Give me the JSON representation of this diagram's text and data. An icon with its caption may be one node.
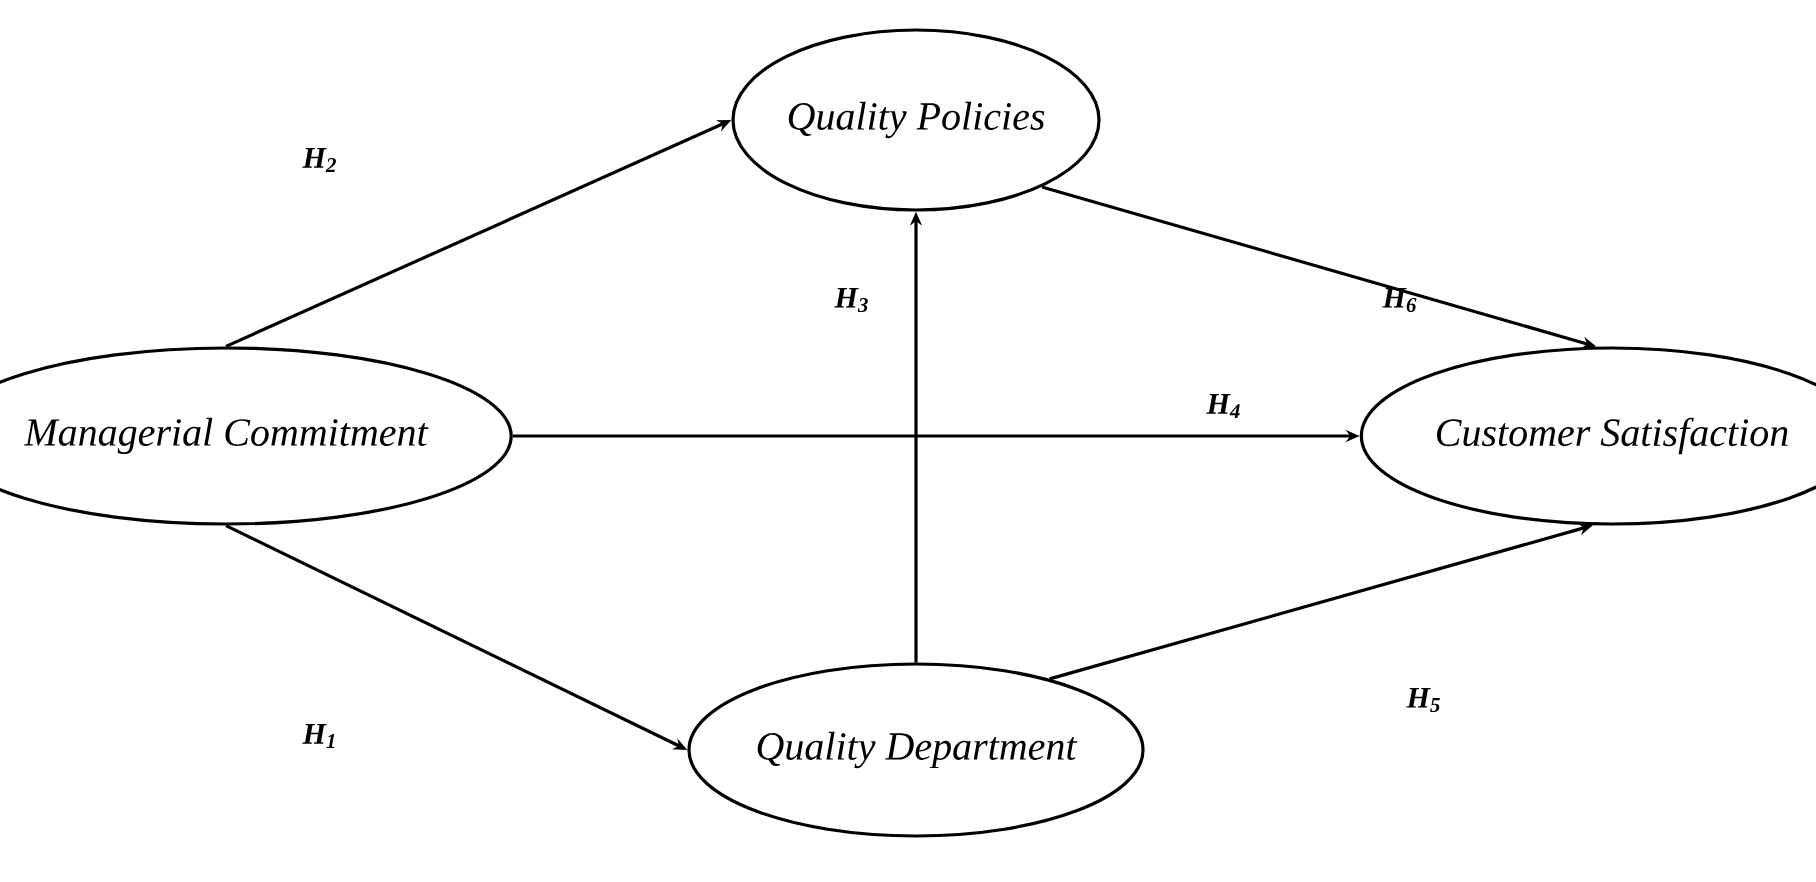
{
  "diagram": {
    "nodes": [
      {
        "text": [
          "Quality Policies"
        ]
      },
      {
        "text": [
          "Managerial Commitment"
        ]
      },
      {
        "text": [
          "Customer Satisfaction"
        ]
      },
      {
        "text": [
          "Quality Department"
        ]
      }
    ],
    "edges": [
      {
        "from": 1,
        "to": 0,
        "arrow": "to",
        "label": "H$_{2}$"
      },
      {
        "from": 1,
        "to": 3,
        "arrow": "to",
        "label": "H$_{1}$"
      },
      {
        "from": 1,
        "to": 2,
        "arrow": "to",
        "label": "H$_{4}$"
      },
      {
        "from": 3,
        "to": 0,
        "arrow": "to",
        "label": "H$_{3}$"
      },
      {
        "from": 0,
        "to": 2,
        "arrow": "to",
        "label": "H$_{6}$"
      },
      {
        "from": 3,
        "to": 2,
        "arrow": "to",
        "label": "H$_{5}$"
      }
    ]
  }
}
